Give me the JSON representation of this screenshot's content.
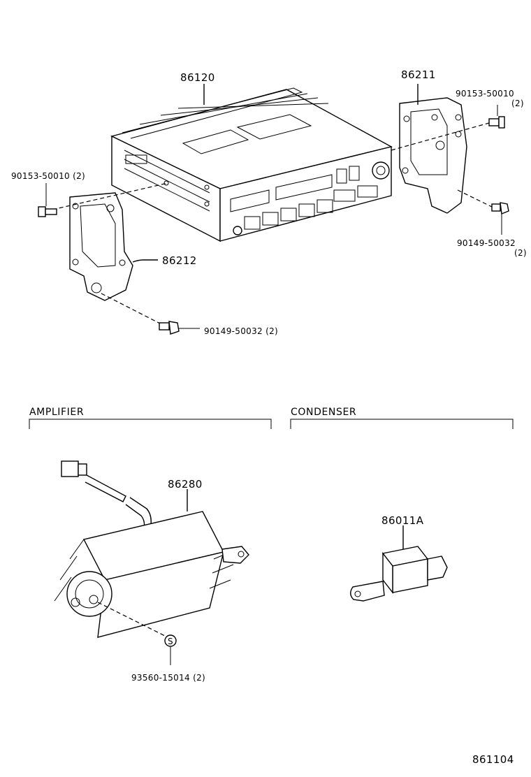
{
  "head_unit": {
    "part_number": "86120"
  },
  "bracket_right": {
    "part_number": "86211",
    "screw_top": {
      "part_number": "90153-50010",
      "qty": "(2)"
    },
    "bolt_bottom": {
      "part_number": "90149-50032",
      "qty": "(2)"
    }
  },
  "bracket_left": {
    "part_number": "86212",
    "screw_left": {
      "label": "90153-50010 (2)"
    },
    "bolt_bottom": {
      "label": "90149-50032 (2)"
    }
  },
  "amplifier": {
    "section_title": "AMPLIFIER",
    "part_number": "86280",
    "fastener": {
      "label": "93560-15014 (2)",
      "symbol": "S"
    }
  },
  "condenser": {
    "section_title": "CONDENSER",
    "part_number": "86011A"
  },
  "diagram_id": "861104"
}
